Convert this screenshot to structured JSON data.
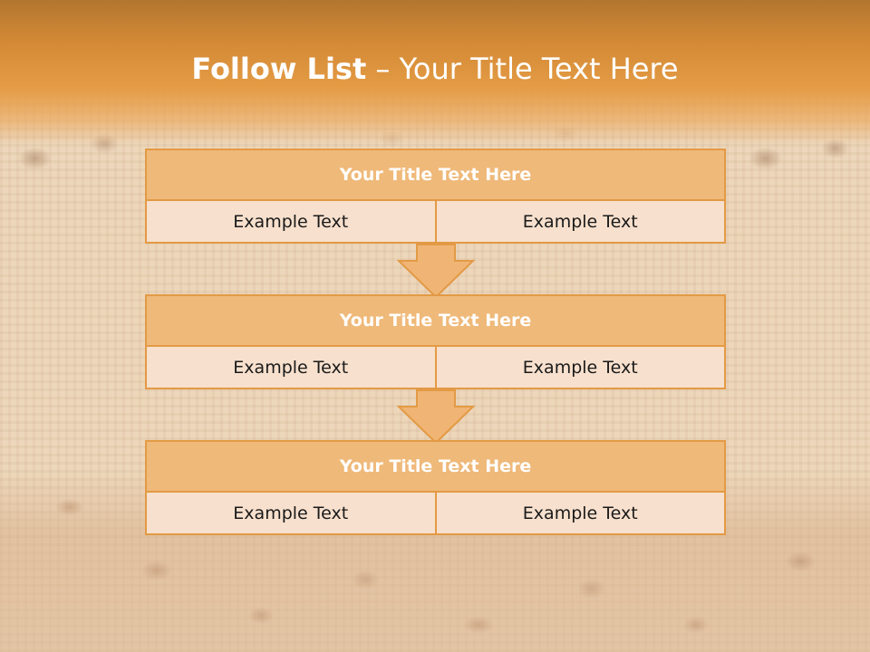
{
  "slide": {
    "title_bold": "Follow List",
    "title_rest": " – Your Title Text Here"
  },
  "blocks": [
    {
      "title": "Your Title Text Here",
      "left": "Example Text",
      "right": "Example Text"
    },
    {
      "title": "Your Title Text Here",
      "left": "Example Text",
      "right": "Example Text"
    },
    {
      "title": "Your Title Text Here",
      "left": "Example Text",
      "right": "Example Text"
    }
  ],
  "colors": {
    "header": "#e49b44",
    "block_title_fill": "#efb979",
    "block_body_fill": "#f7e0cd",
    "border": "#e39a45"
  },
  "icons": [
    "down-arrow-icon"
  ]
}
